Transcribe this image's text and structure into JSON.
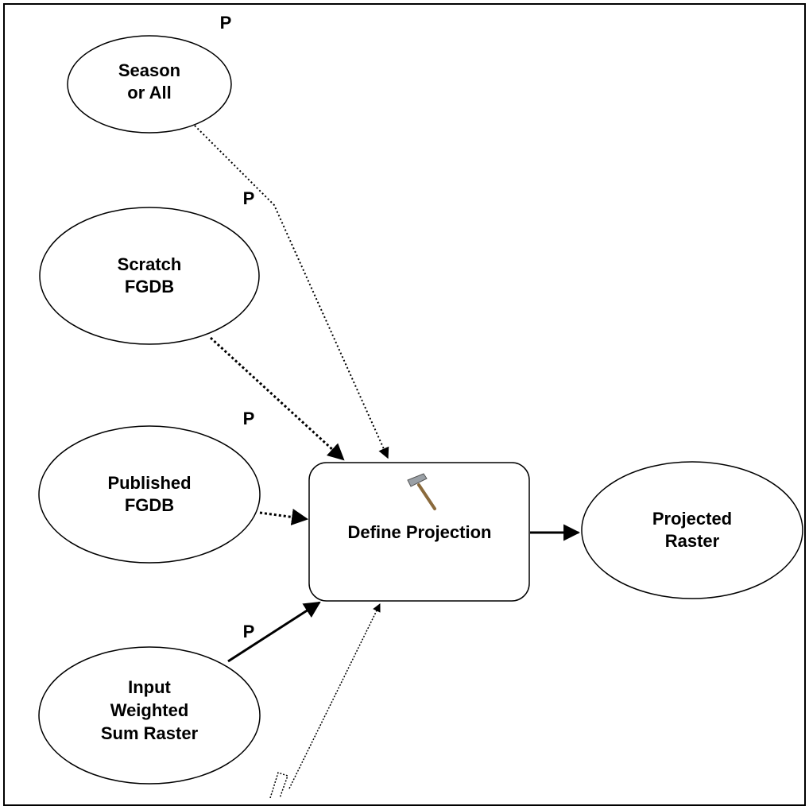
{
  "diagram": {
    "nodes": {
      "season": {
        "line1": "Season",
        "line2": "or All",
        "param": "P"
      },
      "scratch": {
        "line1": "Scratch",
        "line2": "FGDB",
        "param": "P"
      },
      "published": {
        "line1": "Published",
        "line2": "FGDB",
        "param": "P"
      },
      "input": {
        "line1": "Input",
        "line2": "Weighted",
        "line3": "Sum Raster",
        "param": "P"
      },
      "tool": {
        "label": "Define Projection",
        "icon": "hammer-icon"
      },
      "output": {
        "line1": "Projected",
        "line2": "Raster"
      }
    }
  }
}
